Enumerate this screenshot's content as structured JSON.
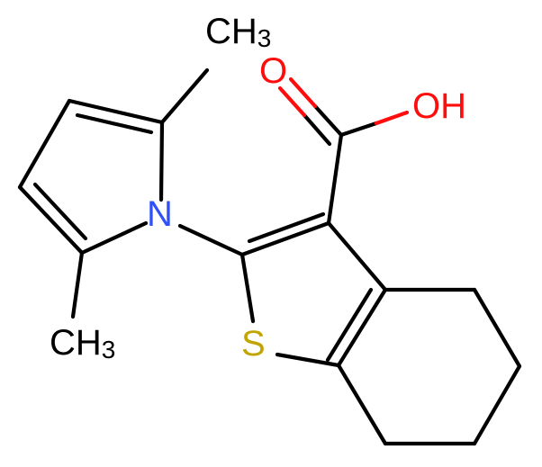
{
  "molecule": {
    "atoms": {
      "oxygen_carbonyl": {
        "text": "O",
        "color": "#ff0d0d"
      },
      "hydroxyl": {
        "text": "OH",
        "color": "#ff0d0d"
      },
      "nitrogen": {
        "text": "N",
        "color": "#3050f8"
      },
      "sulfur": {
        "text": "S",
        "color": "#c2a500"
      },
      "methyl_top": {
        "base": "CH",
        "sub": "3",
        "color": "#000000"
      },
      "methyl_bottom": {
        "base": "CH",
        "sub": "3",
        "color": "#000000"
      }
    }
  }
}
